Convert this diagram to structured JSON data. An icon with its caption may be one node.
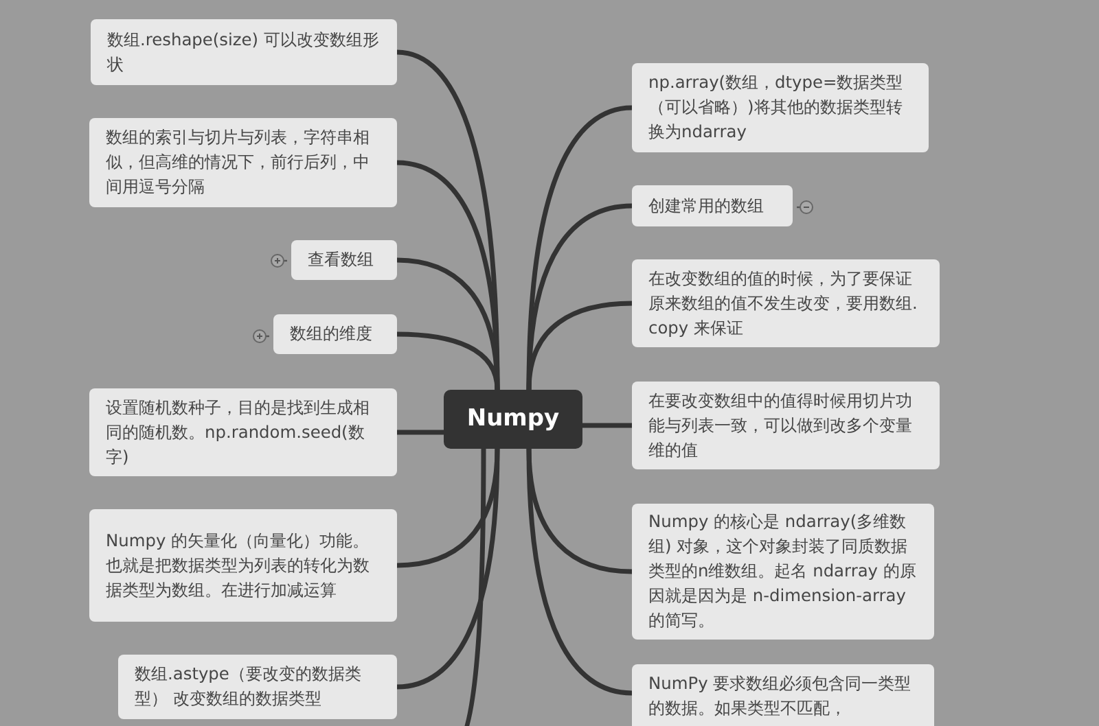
{
  "diagram": {
    "nodes": [
      {
        "text": [
          "Numpy"
        ]
      },
      {
        "text": [
          "数组.reshape(size) 可以改变数组形状"
        ]
      },
      {
        "text": [
          "数组的索引与切片与列表，字符串相似，但高维的情况下，前行后列，中间用逗号分隔"
        ]
      },
      {
        "text": [
          "查看数组"
        ]
      },
      {
        "text": [
          "数组的维度"
        ]
      },
      {
        "text": [
          "设置随机数种子，目的是找到生成相同的随机数。np.random.seed(数字)"
        ]
      },
      {
        "text": [
          "Numpy 的矢量化（向量化）功能。也就是把数据类型为列表的转化为数据类型为数组。在进行加减运算"
        ]
      },
      {
        "text": [
          "数组.astype（要改变的数据类型） 改变数组的数据类型"
        ]
      },
      {
        "text": [
          "np.array(数组，dtype=数据类型（可以省略）)将其他的数据类型转换为ndarray"
        ]
      },
      {
        "text": [
          "创建常用的数组"
        ]
      },
      {
        "text": [
          "在改变数组的值的时候，为了要保证原来数组的值不发生改变，要用数组.copy 来保证"
        ]
      },
      {
        "text": [
          "在要改变数组中的值得时候用切片功能与列表一致，可以做到改多个变量维的值"
        ]
      },
      {
        "text": [
          "Numpy 的核心是 ndarray(多维数组) 对象，这个对象封装了同质数据类型的n维数组。起名 ndarray 的原因就是因为是 n-dimension-array 的简写。"
        ]
      },
      {
        "text": [
          "NumPy 要求数组必须包含同一类型的数据。如果类型不匹配，"
        ]
      }
    ],
    "edges": [
      {
        "from": 0,
        "to": 1,
        "arrow": "none"
      },
      {
        "from": 0,
        "to": 2,
        "arrow": "none"
      },
      {
        "from": 0,
        "to": 3,
        "arrow": "none"
      },
      {
        "from": 0,
        "to": 4,
        "arrow": "none"
      },
      {
        "from": 0,
        "to": 5,
        "arrow": "none"
      },
      {
        "from": 0,
        "to": 6,
        "arrow": "none"
      },
      {
        "from": 0,
        "to": 7,
        "arrow": "none"
      },
      {
        "from": 0,
        "to": 8,
        "arrow": "none"
      },
      {
        "from": 0,
        "to": 9,
        "arrow": "none"
      },
      {
        "from": 0,
        "to": 10,
        "arrow": "none"
      },
      {
        "from": 0,
        "to": 11,
        "arrow": "none"
      },
      {
        "from": 0,
        "to": 12,
        "arrow": "none"
      },
      {
        "from": 0,
        "to": 13,
        "arrow": "none"
      },
      {
        "from": 0,
        "to": null,
        "arrow": "none"
      }
    ]
  }
}
